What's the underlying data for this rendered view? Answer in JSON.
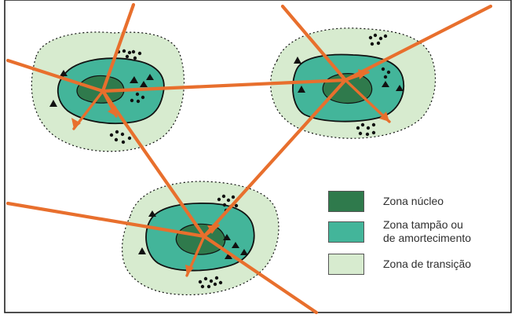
{
  "colors": {
    "core": "#2f7a4c",
    "buffer": "#43b59a",
    "transition": "#d7ebcf",
    "corridor": "#e86f2d",
    "outline": "#111111"
  },
  "legend": [
    {
      "label": "Zona núcleo",
      "swatch": "core"
    },
    {
      "label": "Zona tampão ou\nde amortecimento",
      "swatch": "buffer"
    },
    {
      "label": "Zona de transição",
      "swatch": "transition"
    }
  ]
}
